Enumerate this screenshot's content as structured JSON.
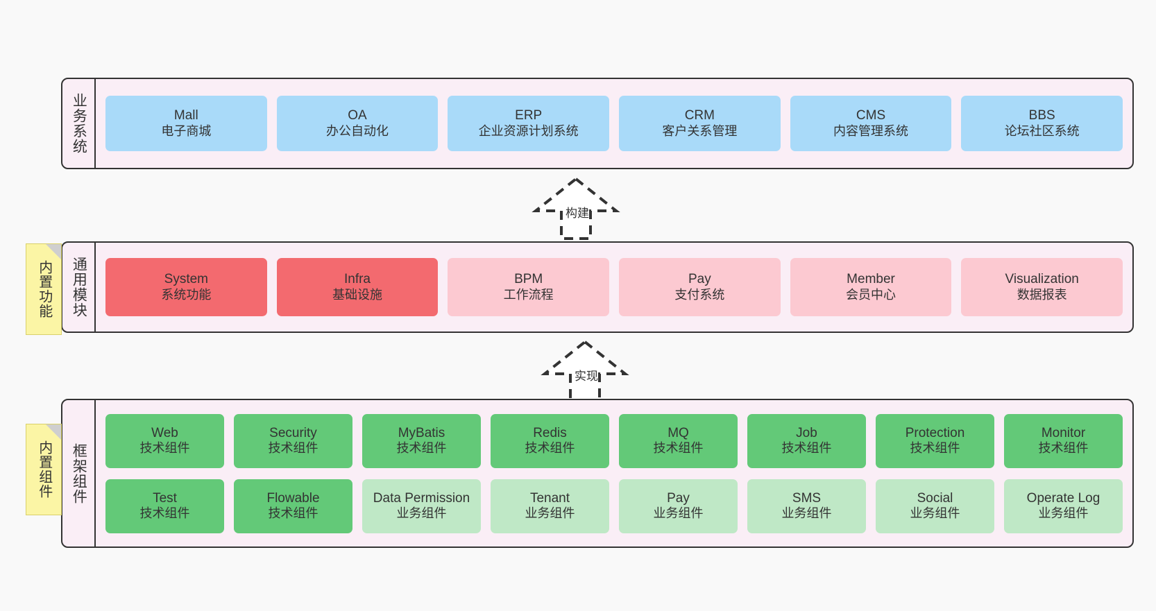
{
  "diagram": {
    "title": "",
    "colors": {
      "background": "#f9f9f9",
      "layer_fill": "#faeef6",
      "layer_border": "#333333",
      "business_card": "#a9daf9",
      "core_module_card": "#f36a6f",
      "module_card": "#fcc9d1",
      "tech_component_card": "#63c978",
      "business_component_card": "#bfe8c6",
      "note_fill": "#fbf5a5",
      "note_fold": "#cfcfcf"
    }
  },
  "layers": {
    "business": {
      "title": "业务系统",
      "items": [
        {
          "name": "Mall",
          "desc": "电子商城"
        },
        {
          "name": "OA",
          "desc": "办公自动化"
        },
        {
          "name": "ERP",
          "desc": "企业资源计划系统"
        },
        {
          "name": "CRM",
          "desc": "客户关系管理"
        },
        {
          "name": "CMS",
          "desc": "内容管理系统"
        },
        {
          "name": "BBS",
          "desc": "论坛社区系统"
        }
      ]
    },
    "common": {
      "title": "通用模块",
      "items": [
        {
          "name": "System",
          "desc": "系统功能",
          "emphasis": "core"
        },
        {
          "name": "Infra",
          "desc": "基础设施",
          "emphasis": "core"
        },
        {
          "name": "BPM",
          "desc": "工作流程",
          "emphasis": "normal"
        },
        {
          "name": "Pay",
          "desc": "支付系统",
          "emphasis": "normal"
        },
        {
          "name": "Member",
          "desc": "会员中心",
          "emphasis": "normal"
        },
        {
          "name": "Visualization",
          "desc": "数据报表",
          "emphasis": "normal"
        }
      ]
    },
    "framework": {
      "title": "框架组件",
      "row1": [
        {
          "name": "Web",
          "desc": "技术组件",
          "kind": "tech"
        },
        {
          "name": "Security",
          "desc": "技术组件",
          "kind": "tech"
        },
        {
          "name": "MyBatis",
          "desc": "技术组件",
          "kind": "tech"
        },
        {
          "name": "Redis",
          "desc": "技术组件",
          "kind": "tech"
        },
        {
          "name": "MQ",
          "desc": "技术组件",
          "kind": "tech"
        },
        {
          "name": "Job",
          "desc": "技术组件",
          "kind": "tech"
        },
        {
          "name": "Protection",
          "desc": "技术组件",
          "kind": "tech"
        },
        {
          "name": "Monitor",
          "desc": "技术组件",
          "kind": "tech"
        }
      ],
      "row2": [
        {
          "name": "Test",
          "desc": "技术组件",
          "kind": "tech"
        },
        {
          "name": "Flowable",
          "desc": "技术组件",
          "kind": "tech"
        },
        {
          "name": "Data Permission",
          "desc": "业务组件",
          "kind": "business"
        },
        {
          "name": "Tenant",
          "desc": "业务组件",
          "kind": "business"
        },
        {
          "name": "Pay",
          "desc": "业务组件",
          "kind": "business"
        },
        {
          "name": "SMS",
          "desc": "业务组件",
          "kind": "business"
        },
        {
          "name": "Social",
          "desc": "业务组件",
          "kind": "business"
        },
        {
          "name": "Operate Log",
          "desc": "业务组件",
          "kind": "business"
        }
      ]
    }
  },
  "notes": [
    {
      "id": "builtin-function",
      "label": "内置功能"
    },
    {
      "id": "builtin-component",
      "label": "内置组件"
    }
  ],
  "arrows": [
    {
      "id": "build",
      "label": "构建",
      "from": "通用模块",
      "to": "业务系统",
      "style": "dashed-hollow-up"
    },
    {
      "id": "implement",
      "label": "实现",
      "from": "框架组件",
      "to": "通用模块",
      "style": "dashed-hollow-up"
    }
  ]
}
